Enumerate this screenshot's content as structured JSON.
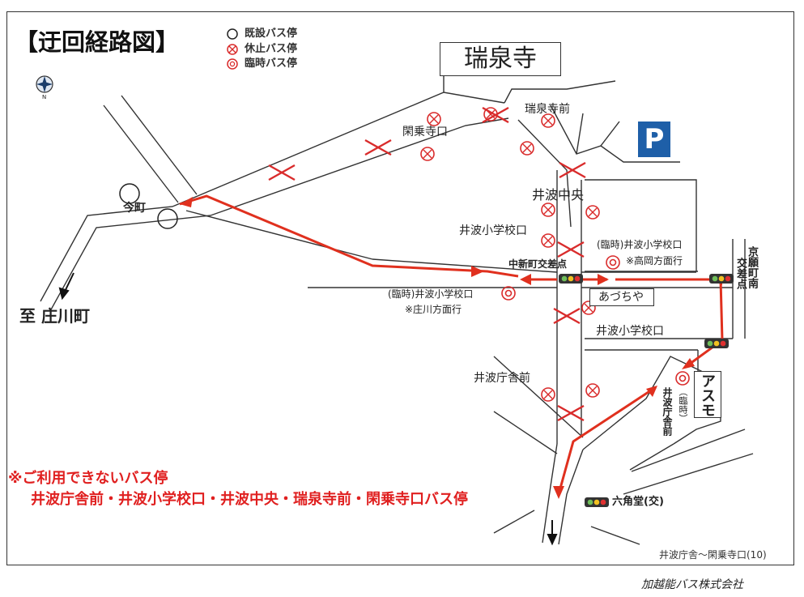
{
  "map": {
    "title": "【迂回経路図】",
    "legend": [
      {
        "symbol": "○",
        "label": "既設バス停"
      },
      {
        "symbol": "⊗",
        "label": "休止バス停"
      },
      {
        "symbol": "◎",
        "label": "臨時バス停"
      }
    ],
    "compass_letter": "N",
    "temple_name": "瑞泉寺",
    "parking_sign": "P",
    "places": {
      "zuisenji_mae": "瑞泉寺前",
      "kanjoji_guchi": "閑乗寺口",
      "imamachi": "今町",
      "inami_chuo": "井波中央",
      "inami_elem": "井波小学校口",
      "temp_inami_elem_takaoka": "(臨時)井波小学校口",
      "takaoka_bound": "※高岡方面行",
      "nakashinmachi": "中新町交差点",
      "temp_inami_elem_shokawa": "(臨時)井波小学校口",
      "shokawa_bound": "※庄川方面行",
      "azuchiya": "あづちや",
      "inami_elem_box": "井波小学校口",
      "kyoteramachi_1": "京願町南",
      "kyoteramachi_2": "交差点",
      "inami_chosha": "井波庁舎前",
      "asumo": "アスモ",
      "temp_chosha_1": "（臨時）",
      "temp_chosha_2": "井波庁舎前",
      "rokkakudo": "六角堂(交)",
      "to_shokawa": "至 庄川町"
    },
    "notice_title": "※ご利用できないバス停",
    "notice_stops": "井波庁舎前・井波小学校口・井波中央・瑞泉寺前・閑乗寺口バス停",
    "footer_ref": "井波庁舎～閑乗寺口(10)",
    "company": "加越能バス株式会社",
    "colors": {
      "route": "#e0301e",
      "closed": "#d92b2b",
      "parking": "#1e5fa8",
      "notice": "#e02020"
    }
  }
}
